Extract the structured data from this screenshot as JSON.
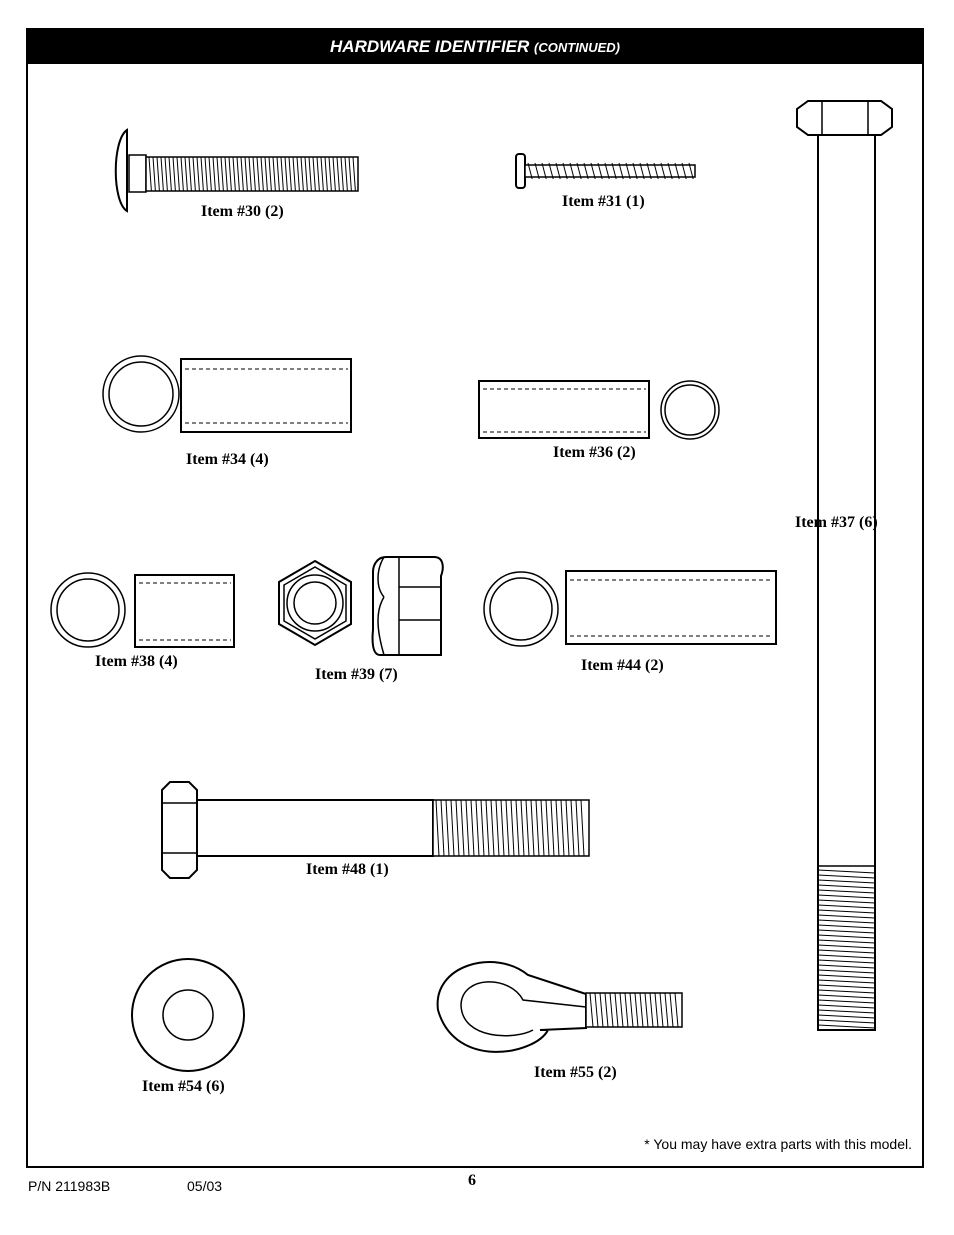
{
  "header": {
    "title": "HARDWARE IDENTIFIER",
    "subtitle": "(CONTINUED)"
  },
  "items": [
    {
      "id": "30",
      "label": "Item #30 (2)"
    },
    {
      "id": "31",
      "label": "Item #31 (1)"
    },
    {
      "id": "34",
      "label": "Item #34 (4)"
    },
    {
      "id": "36",
      "label": "Item #36 (2)"
    },
    {
      "id": "37",
      "label": "Item #37 (6)"
    },
    {
      "id": "38",
      "label": "Item #38 (4)"
    },
    {
      "id": "39",
      "label": "Item #39 (7)"
    },
    {
      "id": "44",
      "label": "Item #44 (2)"
    },
    {
      "id": "48",
      "label": "Item #48 (1)"
    },
    {
      "id": "54",
      "label": "Item #54 (6)"
    },
    {
      "id": "55",
      "label": "Item #55 (2)"
    }
  ],
  "note": "* You may have extra parts with this model.",
  "footer": {
    "part_number": "P/N 211983B",
    "date": "05/03",
    "page_number": "6"
  }
}
